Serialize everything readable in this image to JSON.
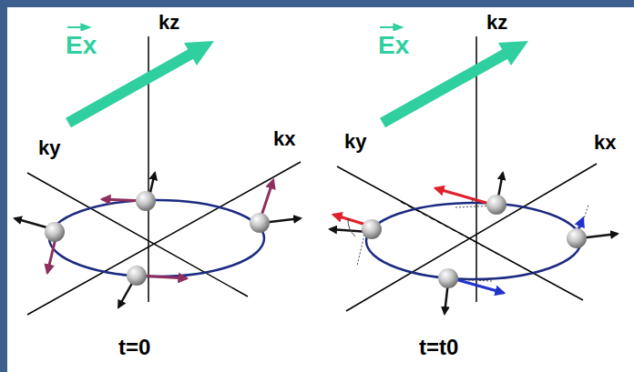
{
  "diagram": {
    "labels": [
      "Ex",
      "kz",
      "ky",
      "kx",
      "t=0",
      "Ex",
      "kz",
      "ky",
      "kx",
      "t=t0"
    ]
  }
}
